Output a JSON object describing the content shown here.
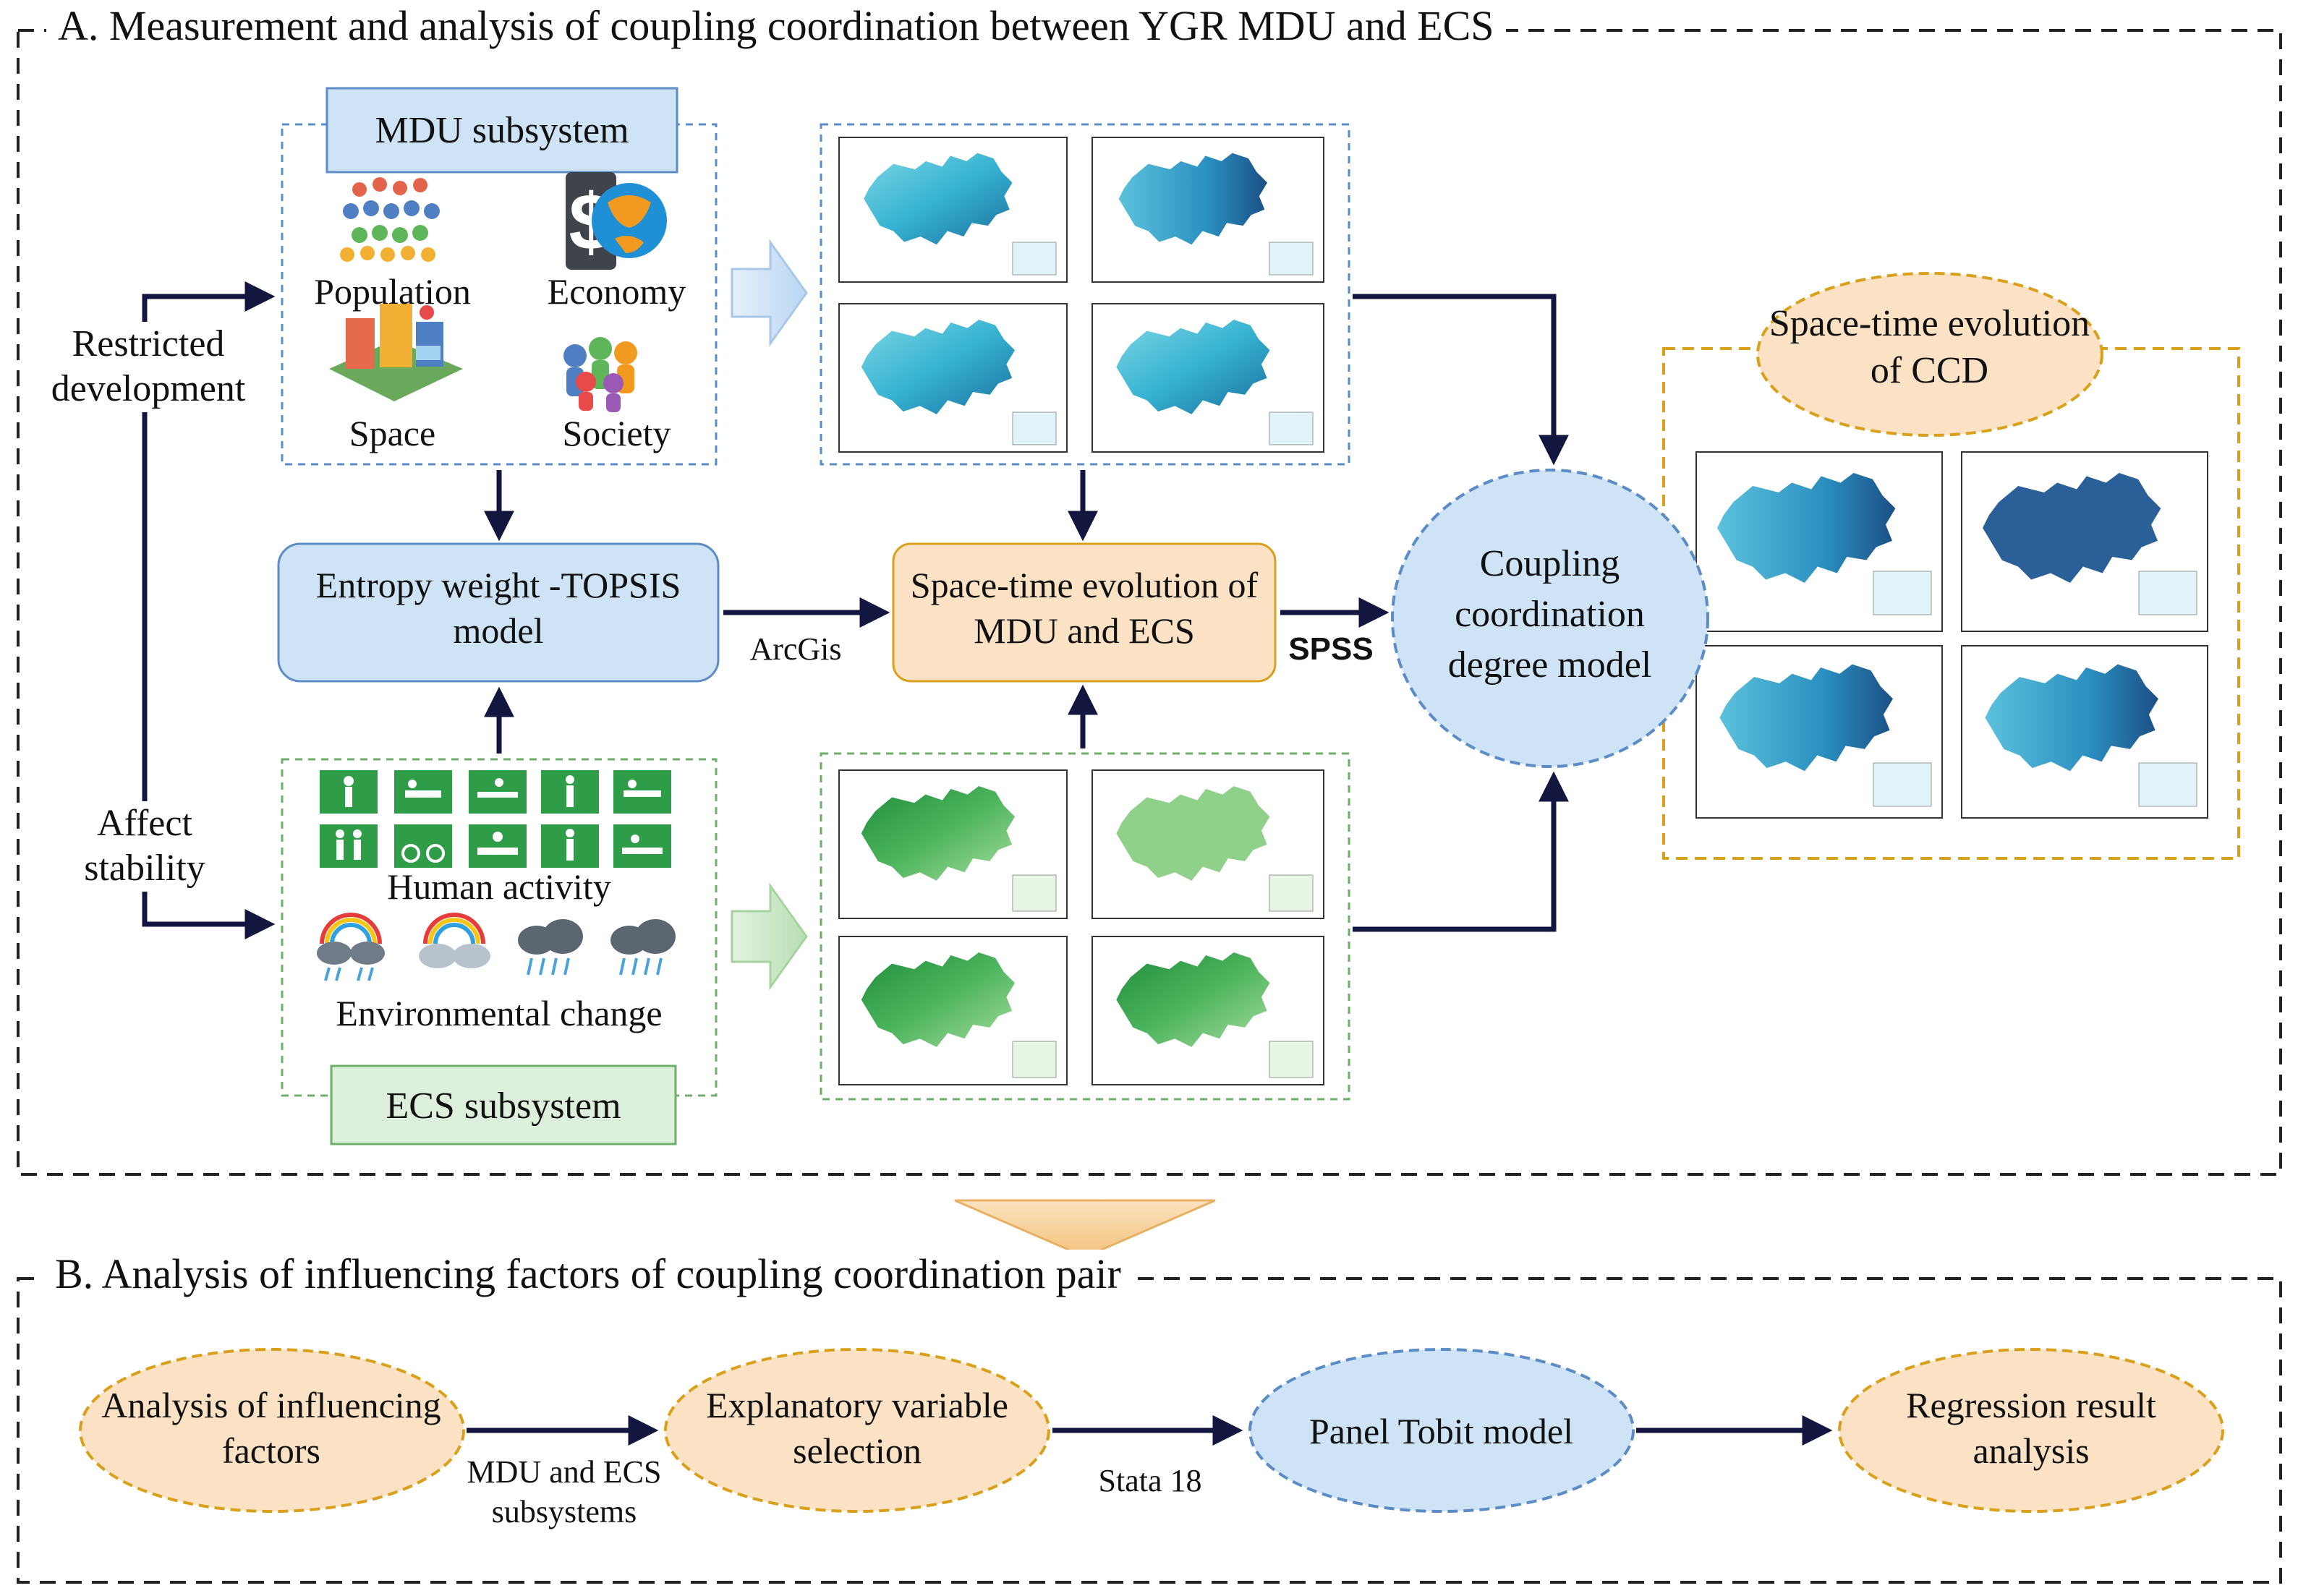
{
  "section_a": {
    "title": "A. Measurement and analysis of coupling coordination between YGR MDU and ECS",
    "mdu": {
      "header": "MDU subsystem",
      "items": [
        "Population",
        "Economy",
        "Space",
        "Society"
      ]
    },
    "ecs": {
      "header": "ECS subsystem",
      "human_activity": "Human activity",
      "environmental_change": "Environmental change"
    },
    "restricted": "Restricted development",
    "affect": "Affect stability",
    "entropy_model": "Entropy weight -TOPSIS model",
    "spacetime_mdu_ecs": "Space-time evolution of MDU and ECS",
    "arcgis": "ArcGis",
    "spss": "SPSS",
    "coupling_model": "Coupling coordination degree model",
    "ccd_title": "Space-time evolution of CCD"
  },
  "section_b": {
    "title": "B. Analysis of influencing factors of coupling coordination pair",
    "steps": [
      "Analysis of influencing factors",
      "Explanatory variable selection",
      "Panel Tobit model",
      "Regression result analysis"
    ],
    "edge1": "MDU and ECS subsystems",
    "edge2": "Stata 18"
  },
  "colors": {
    "blue_fill": "#cfe3f6",
    "blue_border": "#5b8cc6",
    "orange_fill": "#fbe2c4",
    "orange_border": "#d9a01c",
    "green_fill": "#ddf0dc",
    "green_border": "#6dae6a",
    "arrow": "#13163f"
  }
}
